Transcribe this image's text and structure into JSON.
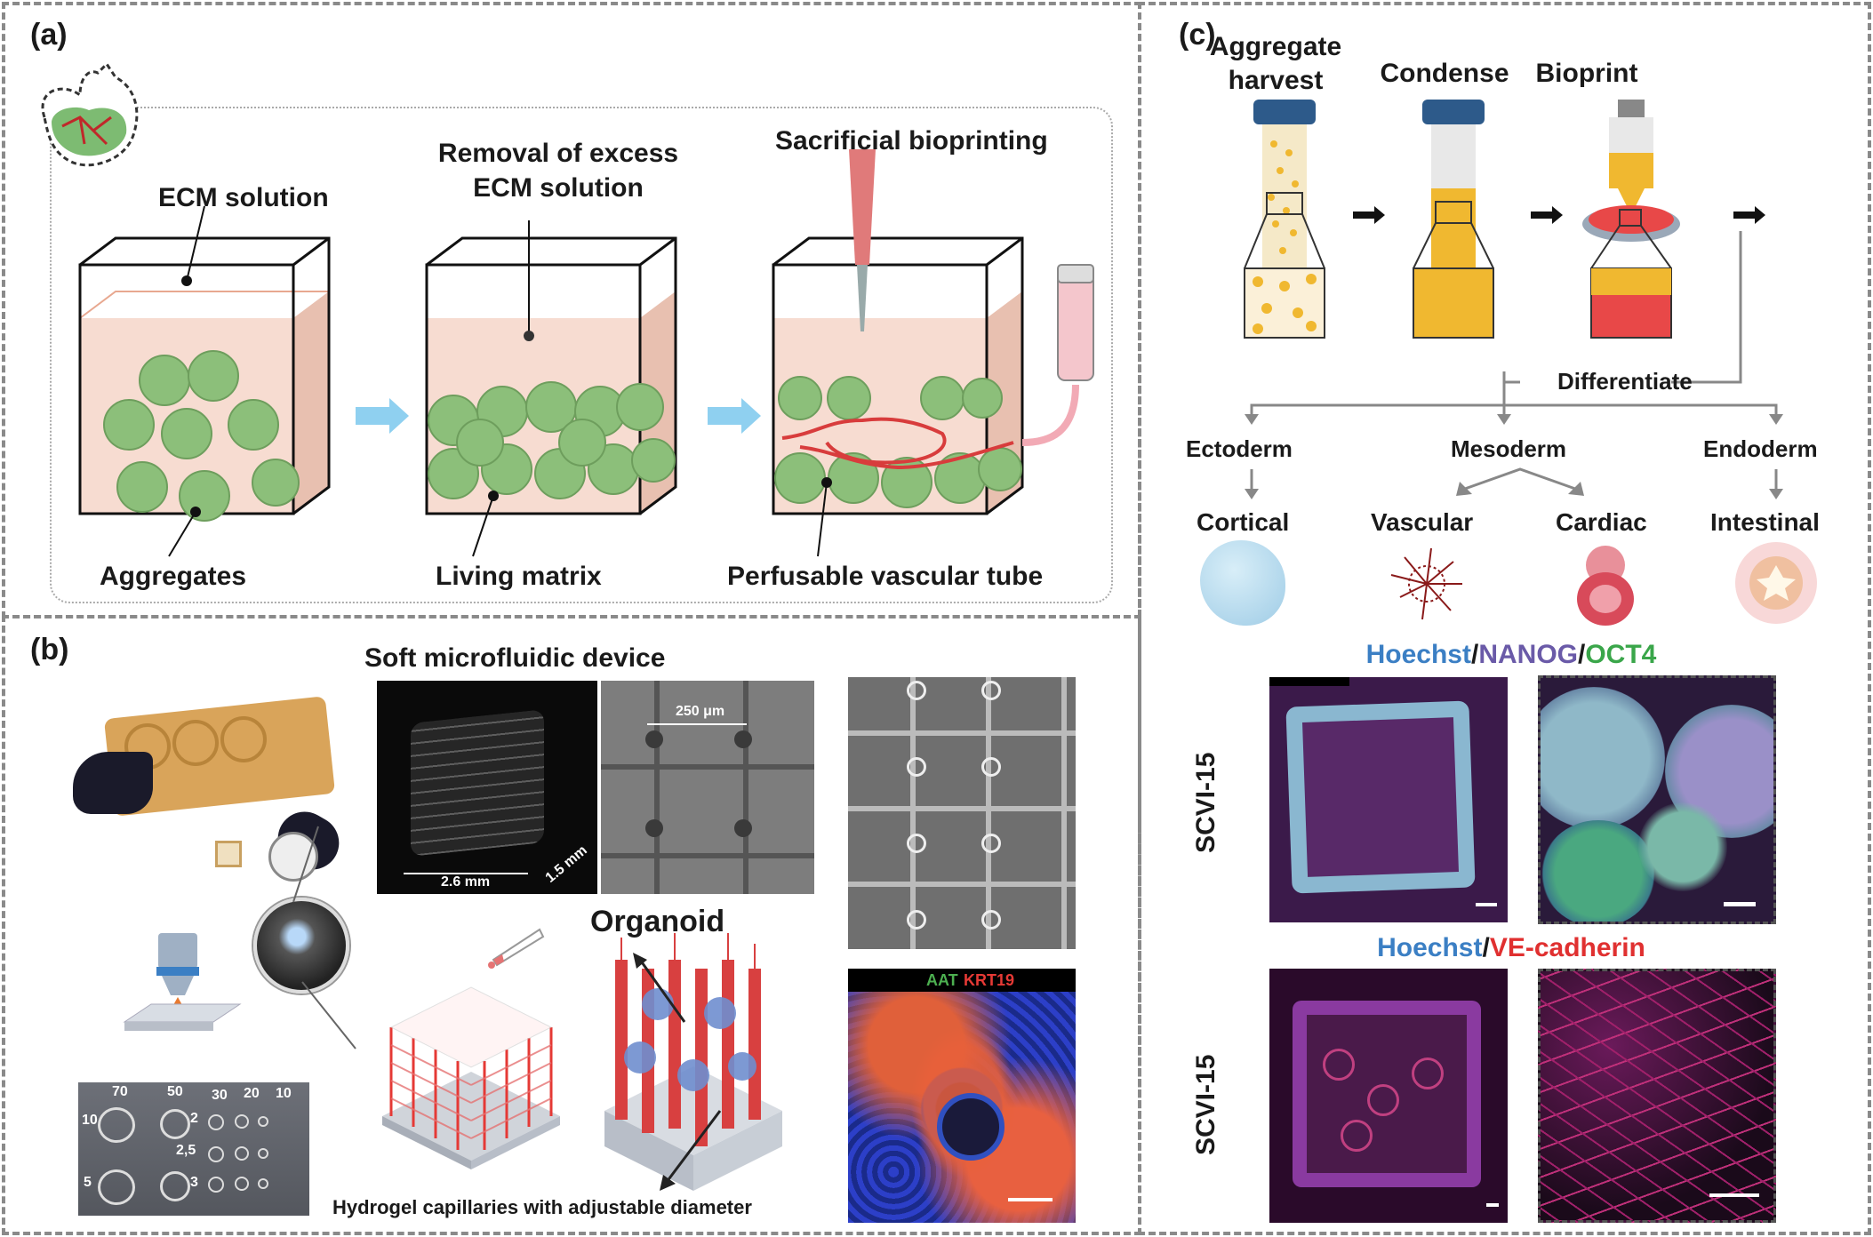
{
  "panel_a": {
    "letter": "(a)",
    "step1_top_label": "ECM solution",
    "step1_bottom_label": "Aggregates",
    "step2_top_label_line1": "Removal of excess",
    "step2_top_label_line2": "ECM solution",
    "step2_bottom_label": "Living matrix",
    "step3_top_label": "Sacrificial bioprinting",
    "step3_bottom_label": "Perfusable vascular tube"
  },
  "panel_b": {
    "letter": "(b)",
    "title": "Soft microfluidic device",
    "scale_250": "250 μm",
    "scale_26": "2.6 mm",
    "scale_15": "1.5 mm",
    "organoid_label": "Organoid",
    "stain_aat": "AAT",
    "stain_krt19": "KRT19",
    "hole_labels": [
      "70",
      "50",
      "30",
      "20",
      "10",
      "10",
      "2",
      "2,5",
      "5",
      "3"
    ],
    "caption": "Hydrogel capillaries with adjustable diameter"
  },
  "panel_c": {
    "letter": "(c)",
    "step1_line1": "Aggregate",
    "step1_line2": "harvest",
    "step2": "Condense",
    "step3": "Bioprint",
    "differentiate": "Differentiate",
    "germ_layers": [
      "Ectoderm",
      "Mesoderm",
      "Endoderm"
    ],
    "tissues": [
      "Cortical",
      "Vascular",
      "Cardiac",
      "Intestinal"
    ],
    "stain1": {
      "hoechst": "Hoechst",
      "nanog": "NANOG",
      "oct4": "OCT4",
      "sep": "/"
    },
    "stain2": {
      "hoechst": "Hoechst",
      "vecad": "VE-cadherin",
      "sep": "/"
    },
    "sample_label": "SCVI-15"
  },
  "colors": {
    "hoechst_blue": "#3b7fc4",
    "nanog_purple": "#6a5aa8",
    "oct4_green": "#3aa64a",
    "vecad_red": "#e03030",
    "aat_green": "#4caf50",
    "krt19_red": "#e53935",
    "aggregate_green": "#8cbf7a",
    "ecm_pink": "#f6d8cc",
    "arrow_blue": "#8fd0f0"
  }
}
